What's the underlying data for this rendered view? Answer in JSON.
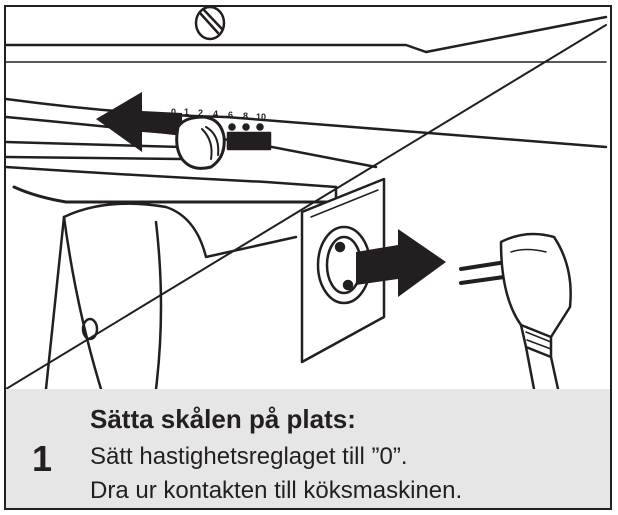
{
  "step": {
    "number": "1",
    "title": "Sätta skålen på plats:",
    "lines": [
      "Sätt hastighetsreglaget till ”0”.",
      "Dra ur kontakten till köksmaskinen."
    ]
  },
  "speed_scale": [
    "0",
    "1",
    "2",
    "4",
    "6",
    "8",
    "10"
  ],
  "colors": {
    "ink": "#231f20",
    "caption_background": "#e6e6e6",
    "paper": "#ffffff"
  },
  "icons": [
    "arrow-left-icon",
    "arrow-right-icon",
    "speed-knob-icon",
    "wall-socket-icon",
    "power-plug-icon"
  ]
}
